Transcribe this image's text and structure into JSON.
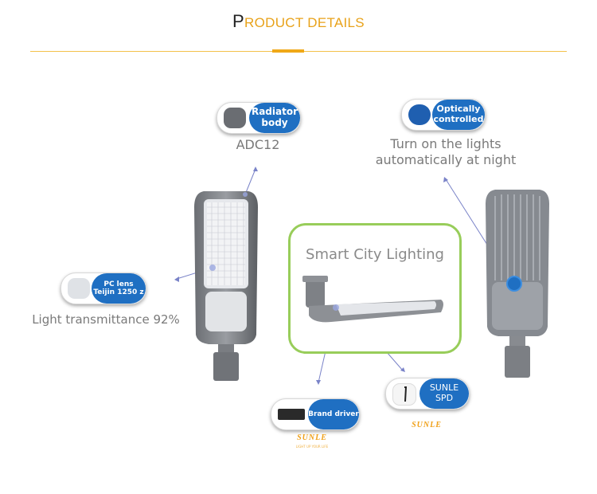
{
  "header": {
    "title_first": "P",
    "title_rest": "RODUCT DETAILS"
  },
  "smart_city": {
    "title": "Smart City Lighting"
  },
  "features": {
    "radiator": {
      "label_line1": "Radiator",
      "label_line2": "body",
      "desc": "ADC12"
    },
    "optical": {
      "label_line1": "Optically",
      "label_line2": "controlled",
      "desc_line1": "Turn on the lights",
      "desc_line2": "automatically at night"
    },
    "lens": {
      "label_line1": "PC lens",
      "label_line2": "Teijin 1250 z",
      "desc": "Light transmittance 92%"
    },
    "driver": {
      "label": "Brand driver",
      "logo": "SUNLE",
      "logo_sub": "LIGHT UP YOUR LIFE"
    },
    "spd": {
      "label_line1": "SUNLE",
      "label_line2": "SPD",
      "logo": "SUNLE"
    }
  },
  "colors": {
    "accent": "#f0a818",
    "brand_blue": "#1f6fc2",
    "frame_green": "#98cd5a",
    "text_gray": "#7a7a7a"
  }
}
